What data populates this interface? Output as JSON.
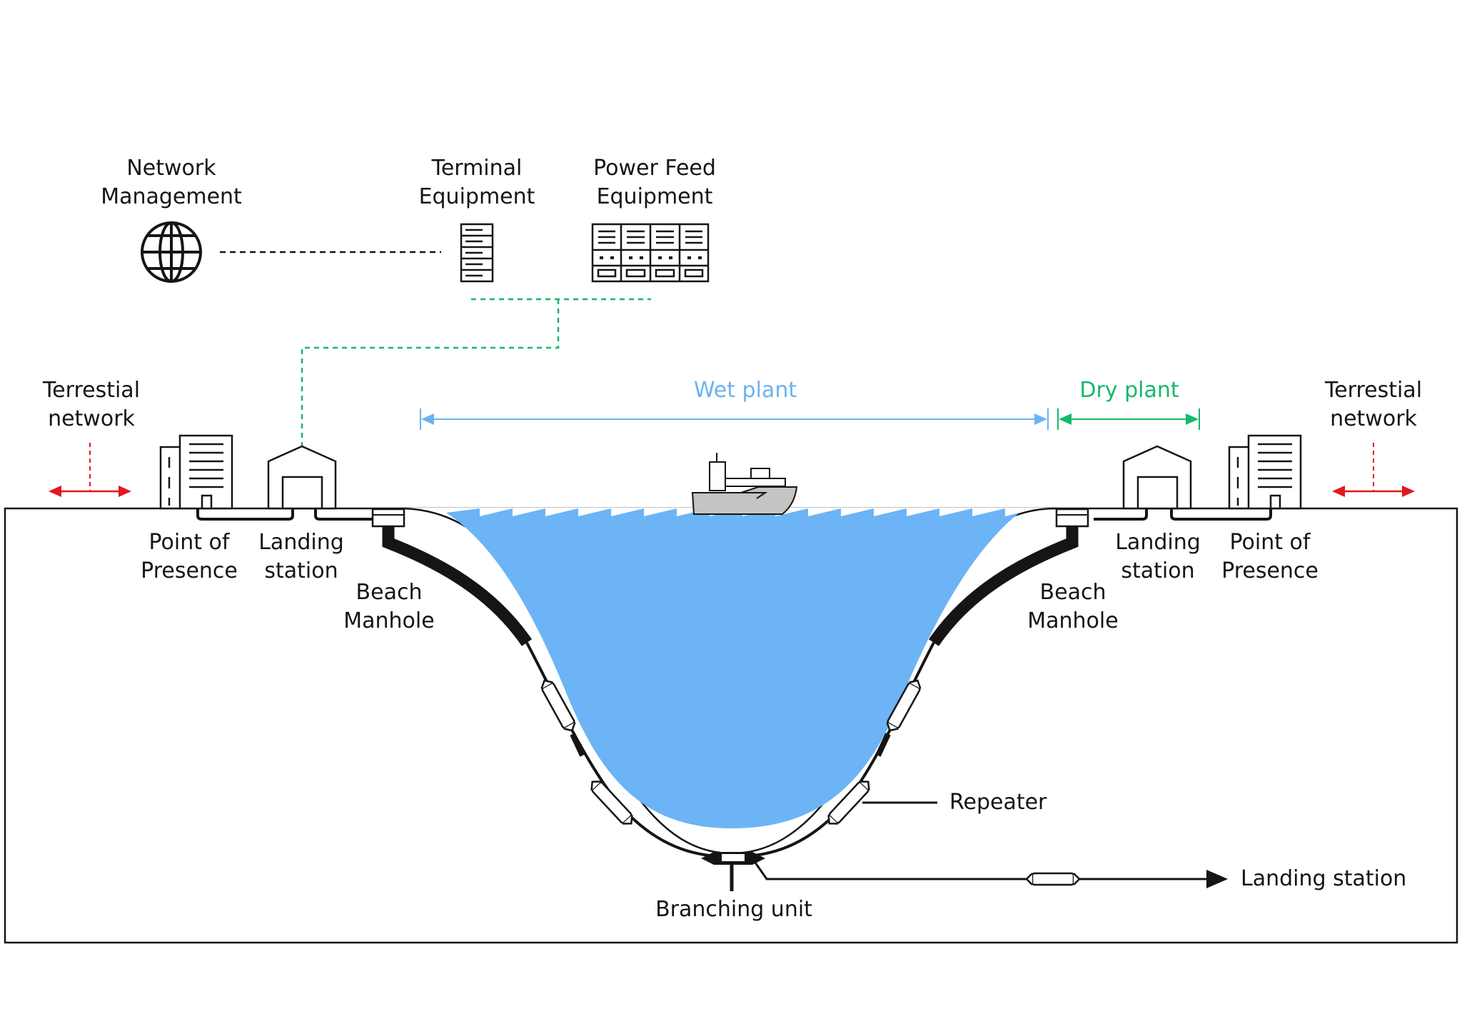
{
  "labels": {
    "network_management": [
      "Network",
      "Management"
    ],
    "terminal_equipment": [
      "Terminal",
      "Equipment"
    ],
    "power_feed_equipment": [
      "Power Feed",
      "Equipment"
    ],
    "terrestial_left": [
      "Terrestial",
      "network"
    ],
    "terrestial_right": [
      "Terrestial",
      "network"
    ],
    "wet_plant": "Wet plant",
    "dry_plant": "Dry plant",
    "pop_left": [
      "Point of",
      "Presence"
    ],
    "landing_left": [
      "Landing",
      "station"
    ],
    "beach_left": [
      "Beach",
      "Manhole"
    ],
    "beach_right": [
      "Beach",
      "Manhole"
    ],
    "landing_right": [
      "Landing",
      "station"
    ],
    "pop_right": [
      "Point of",
      "Presence"
    ],
    "repeater": "Repeater",
    "branching_unit": "Branching unit",
    "landing_station_branch": "Landing station"
  },
  "colors": {
    "water": "#6cb4f5",
    "wet_plant": "#6cb2f2",
    "dry_plant": "#17b86a",
    "terrestial_arrow": "#e3171d",
    "control_link": "#17b86a",
    "ink": "#151515",
    "ship_hull": "#c4c4c4"
  },
  "icons": [
    "globe-icon",
    "server-rack-icon",
    "power-feed-rack-icon",
    "office-building-icon",
    "landing-station-icon",
    "ship-icon",
    "beach-manhole-icon",
    "repeater-icon",
    "branching-unit-icon"
  ]
}
